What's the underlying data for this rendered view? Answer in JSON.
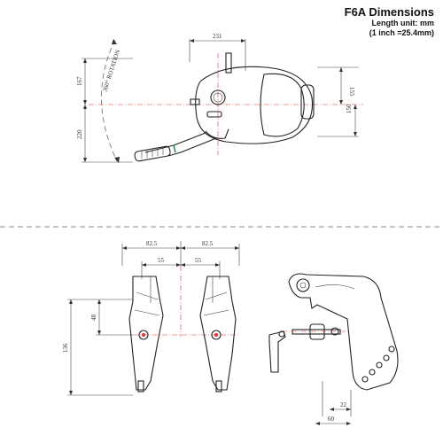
{
  "header": {
    "title": "F6A Dimensions",
    "unit_line": "Length unit: mm",
    "conversion_line": "(1 inch =25.4mm)"
  },
  "top_view": {
    "width_dim": "231",
    "left_upper_dim": "167",
    "left_lower_dim": "220",
    "right_upper_dim": "155",
    "right_lower_dim": "150",
    "rotation_label": "360° ROTATION"
  },
  "side_view": {
    "outer_left_dim": "82.5",
    "outer_right_dim": "82.5",
    "inner_left_dim": "55",
    "inner_right_dim": "55",
    "short_height_dim": "48",
    "full_height_dim": "136"
  },
  "clamp_view": {
    "jaw_dim": "22",
    "bottom_dim": "60"
  }
}
